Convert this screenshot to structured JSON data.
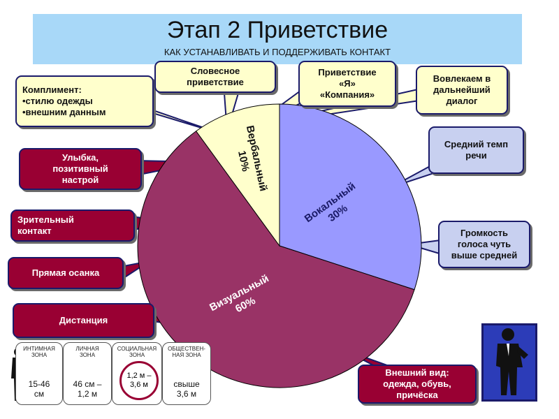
{
  "header": {
    "title": "Этап 2 Приветствие",
    "subtitle": "КАК УСТАНАВЛИВАТЬ И ПОДДЕРЖИВАТЬ КОНТАКТ"
  },
  "chart_data": {
    "type": "pie",
    "title": "Этап 2 Приветствие",
    "slices": [
      {
        "label": "Вокальный",
        "value": 30,
        "value_label": "30%",
        "color": "#9999ff"
      },
      {
        "label": "Визуальный",
        "value": 60,
        "value_label": "60%",
        "color": "#993366"
      },
      {
        "label": "Вербальный",
        "value": 10,
        "value_label": "10%",
        "color": "#ffffcc"
      }
    ]
  },
  "callouts": {
    "compliment": "Комплимент:\n•стилю одежды\n•внешним данным",
    "verbal_greeting": "Словесное\nприветствие",
    "greeting_i_company": "Приветствие\n«Я»\n«Компания»",
    "involve_dialog": "Вовлекаем в\nдальнейший\nдиалог",
    "speech_tempo": "Средний темп\nречи",
    "voice_volume": "Громкость\nголоса чуть\nвыше средней",
    "smile": "Улыбка,\nпозитивный\nнастрой",
    "eye_contact": "Зрительный\nконтакт",
    "posture": "Прямая осанка",
    "distance": "Дистанция",
    "appearance": "Внешний вид:\nодежда, обувь,\nпричёска"
  },
  "zones": [
    {
      "label": "ИНТИМНАЯ\nЗОНА",
      "range": "15-46\nсм"
    },
    {
      "label": "ЛИЧНАЯ\nЗОНА",
      "range": "46 см –\n1,2 м"
    },
    {
      "label": "СОЦИАЛЬНАЯ\nЗОНА",
      "range": "1,2 м –\n3,6 м"
    },
    {
      "label": "ОБЩЕСТВЕН-\nНАЯ ЗОНА",
      "range": "свыше\n3,6 м"
    }
  ],
  "colors": {
    "header_bg": "#a8d8f8",
    "callout_cream": "#ffffcc",
    "callout_blue": "#c8d0f0",
    "callout_red": "#990033"
  }
}
